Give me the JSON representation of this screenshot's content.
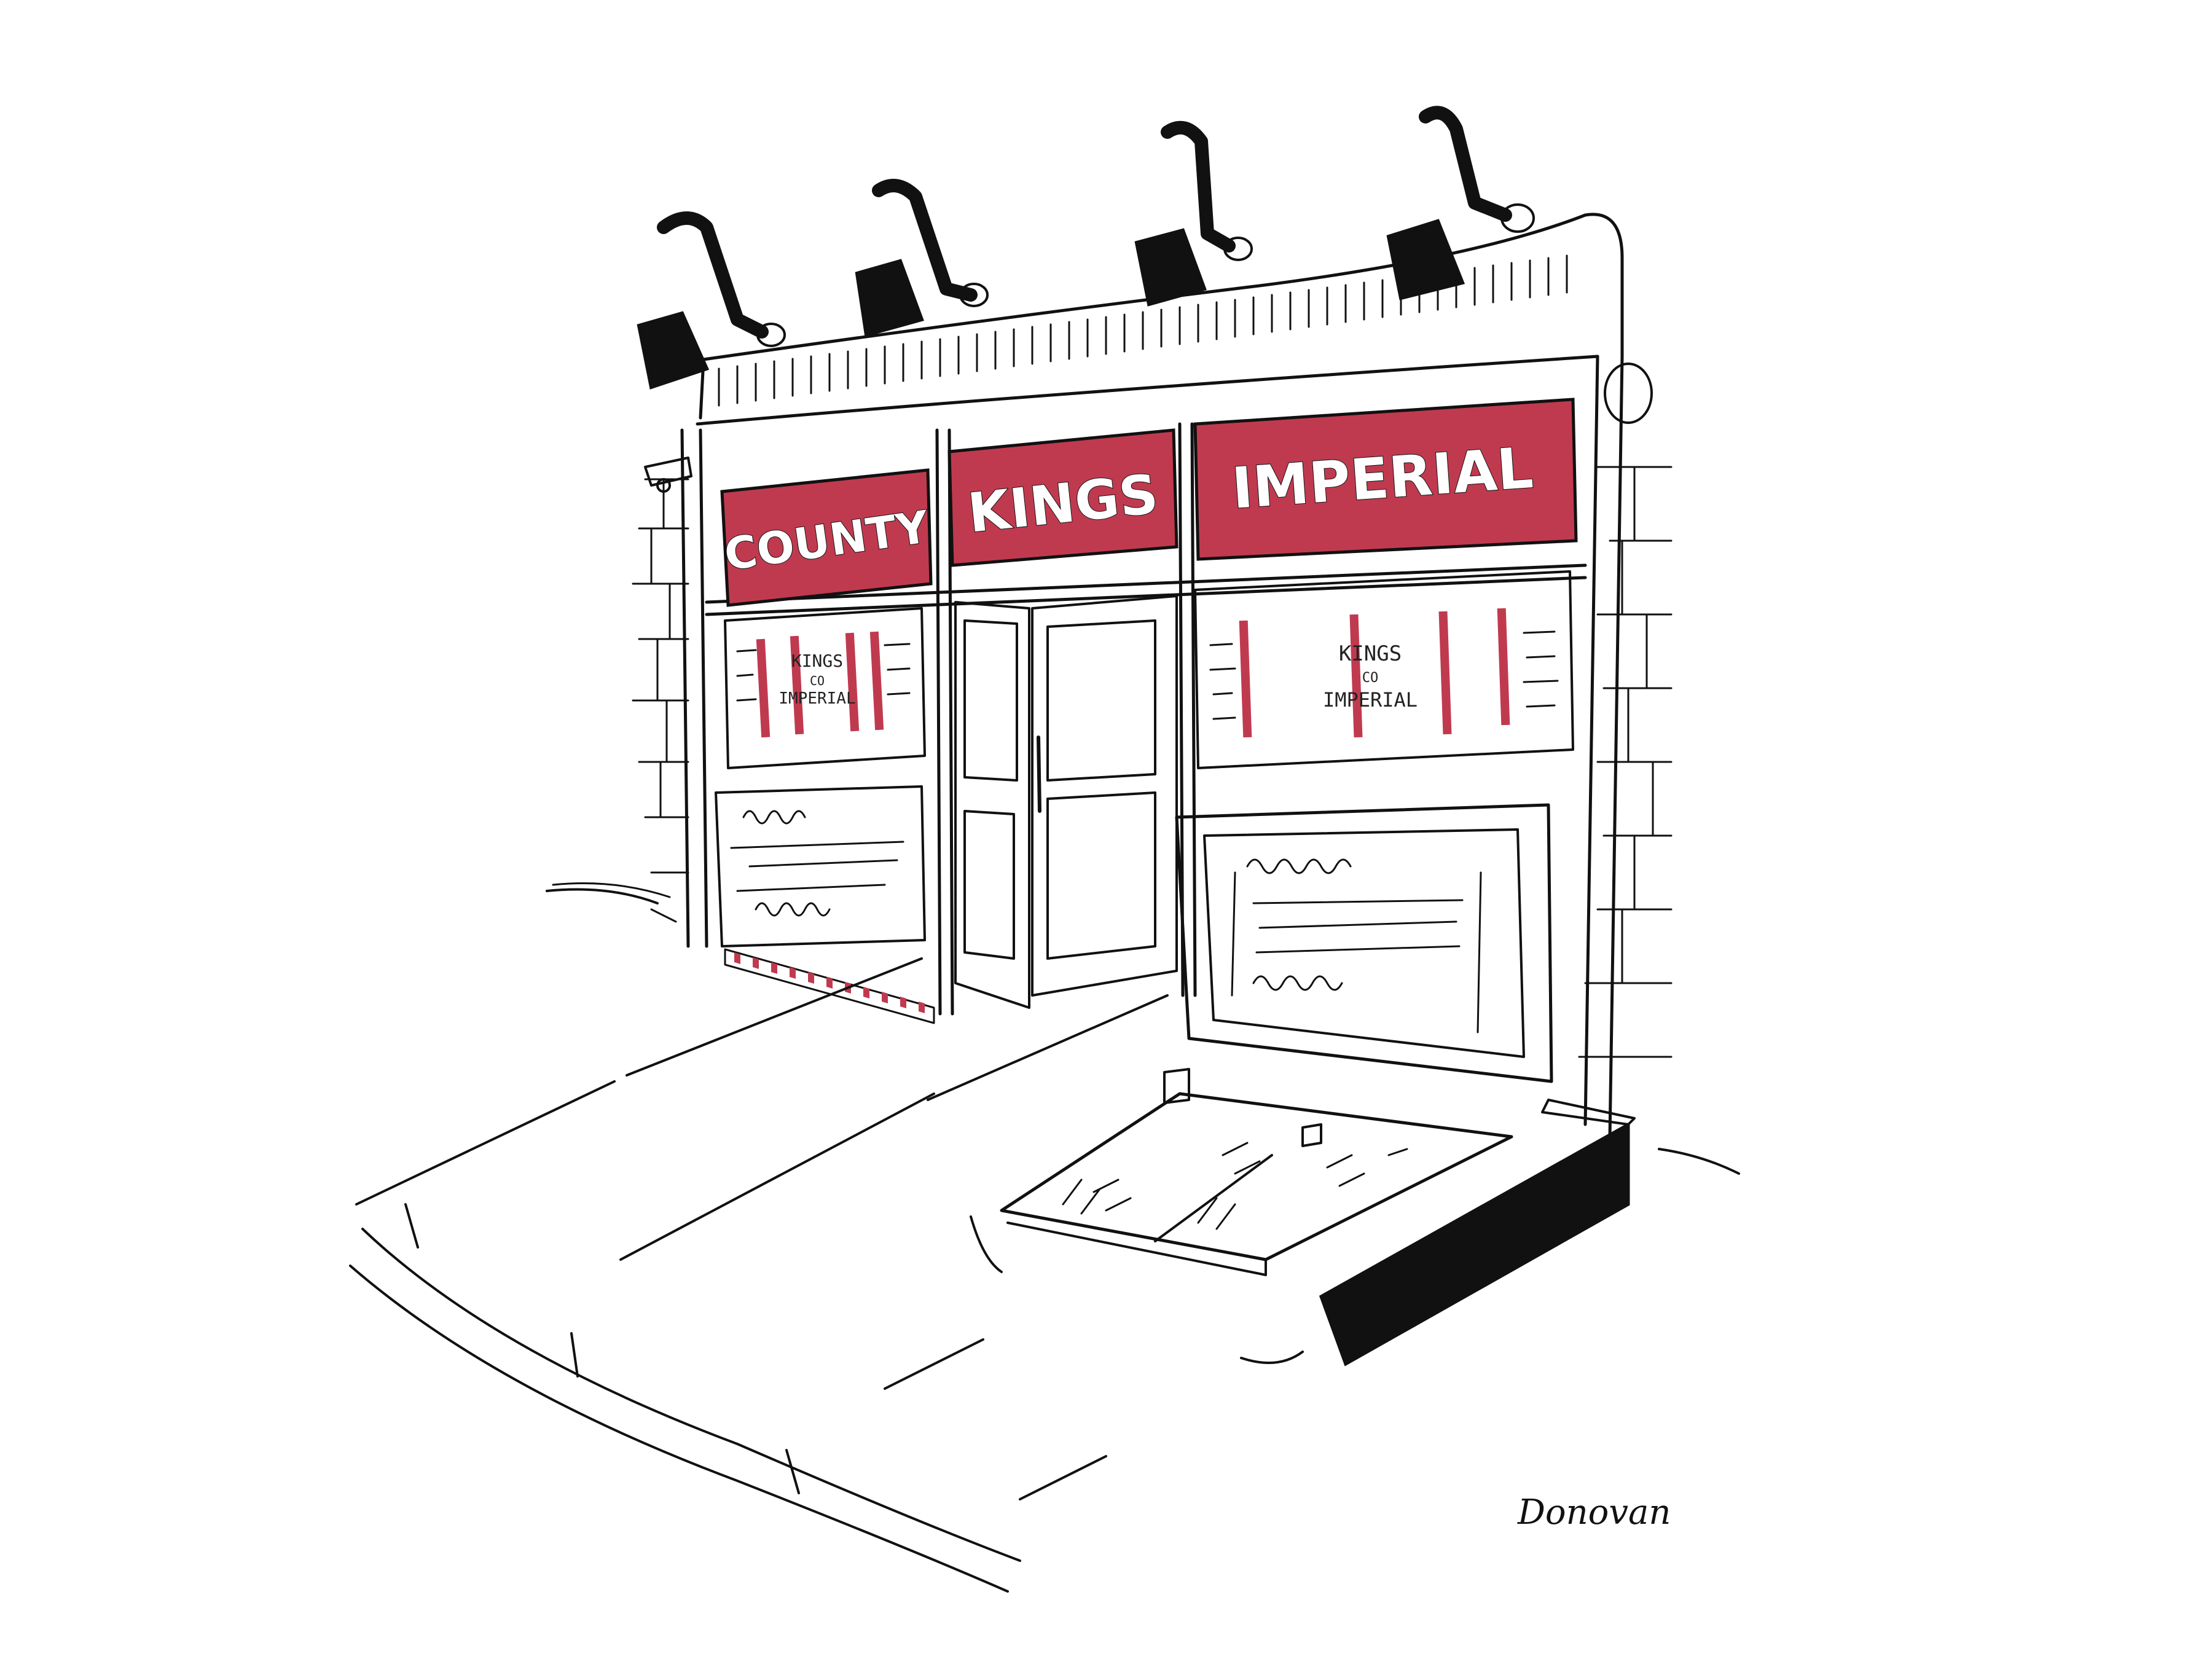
{
  "signs": {
    "left": "COUNTY",
    "center": "KINGS",
    "right": "IMPERIAL"
  },
  "window_left": {
    "line1": "KINGS",
    "line2": "CO",
    "line3": "IMPERIAL"
  },
  "window_right": {
    "line1": "KINGS",
    "line2": "CO",
    "line3": "IMPERIAL"
  },
  "signature": "Donovan",
  "colors": {
    "accent_red": "#c03a4f",
    "ink": "#111111",
    "paper": "#ffffff"
  }
}
